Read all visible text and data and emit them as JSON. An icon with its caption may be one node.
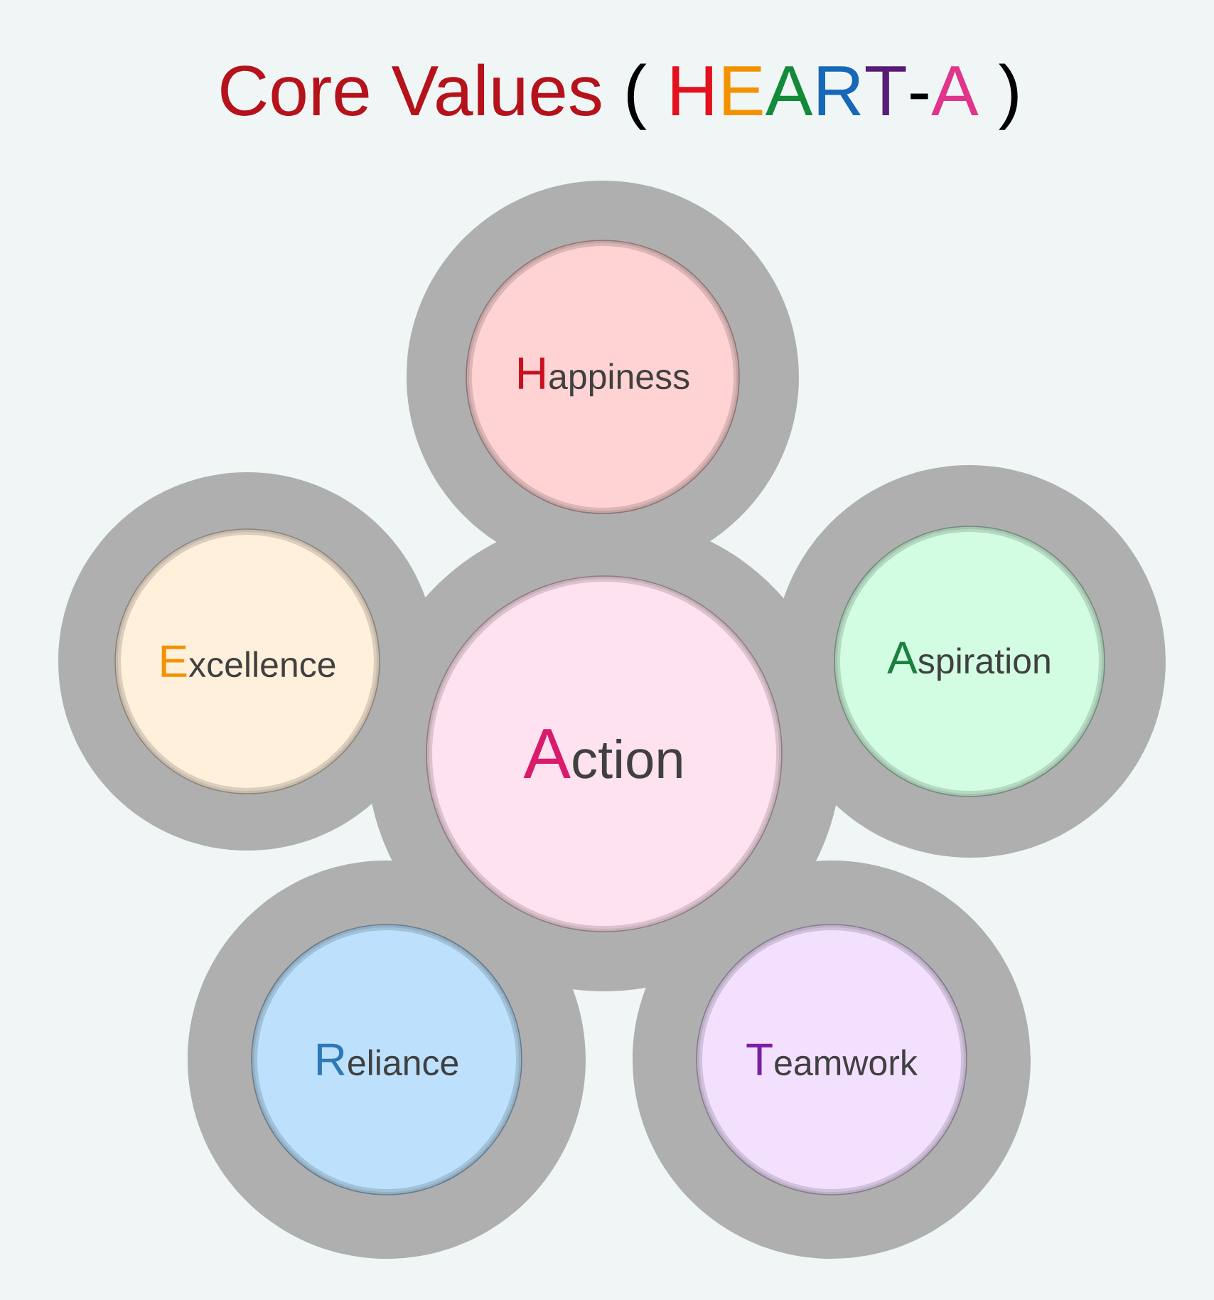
{
  "diagram": {
    "title": "Core Values ( HEART-A )",
    "nodes": [
      {
        "text": [
          "Happiness"
        ]
      },
      {
        "text": [
          "Excellence"
        ]
      },
      {
        "text": [
          "Action"
        ]
      },
      {
        "text": [
          "Aspiration"
        ]
      },
      {
        "text": [
          "Reliance"
        ]
      },
      {
        "text": [
          "Teamwork"
        ]
      }
    ]
  }
}
